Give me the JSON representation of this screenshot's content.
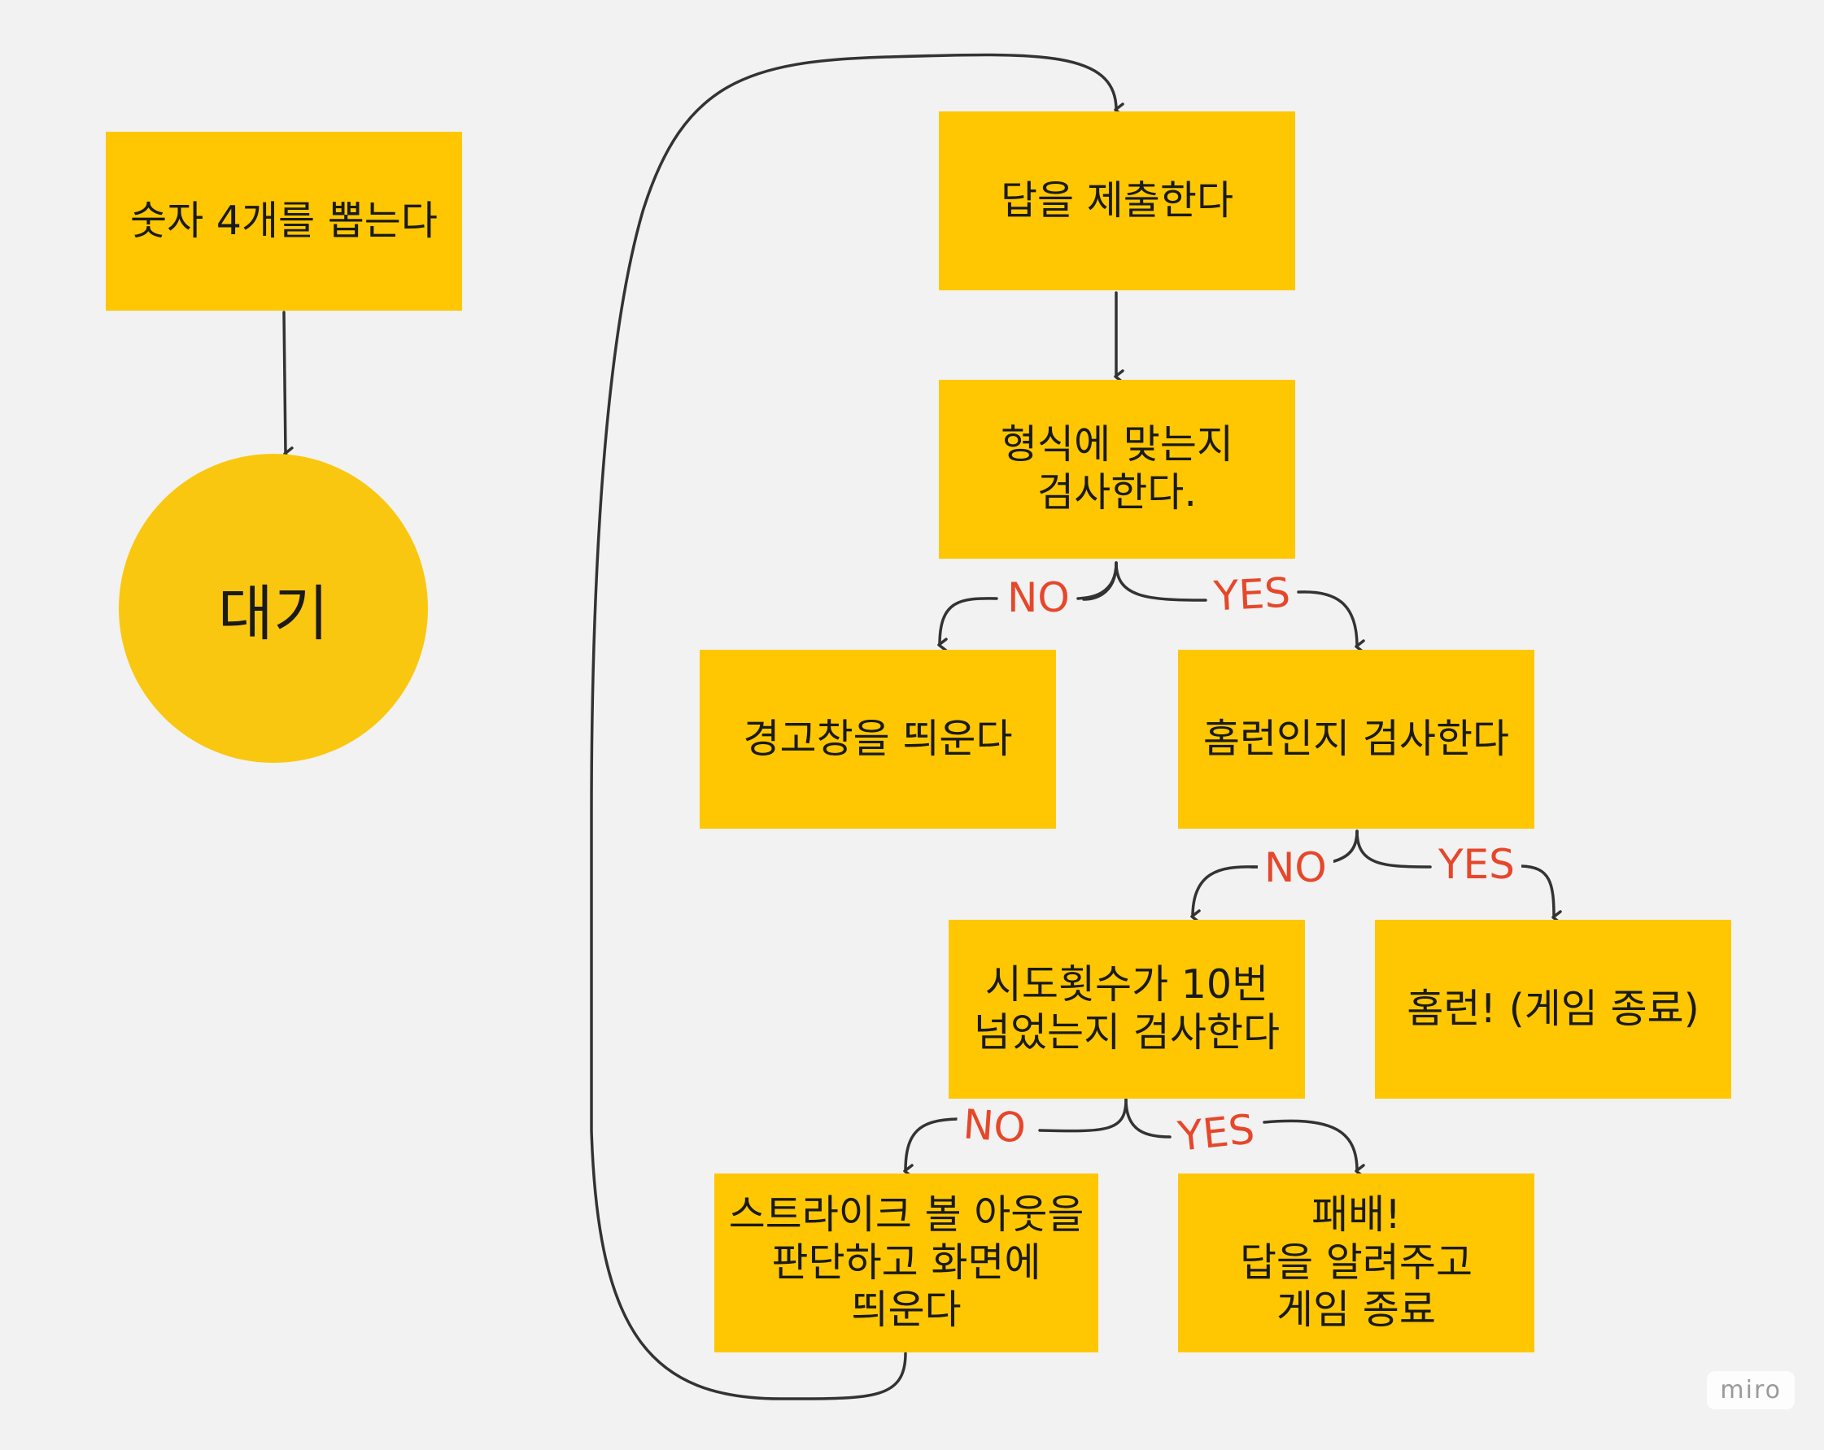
{
  "colors": {
    "background": "#f2f2f2",
    "sticky": "#ffc701",
    "circle": "#fac710",
    "text": "#1a1a1a",
    "label": "#e6472b",
    "line": "#333333"
  },
  "nodes": {
    "pick_numbers": "숫자 4개를 뽑는다",
    "wait": "대기",
    "submit_answer": "답을 제출한다",
    "check_format": "형식에 맞는지\n검사한다.",
    "show_alert": "경고창을 띄운다",
    "check_homerun": "홈런인지 검사한다",
    "check_attempts": "시도횟수가 10번\n넘었는지 검사한다",
    "homerun_end": "홈런! (게임 종료)",
    "show_strike_ball": "스트라이크 볼 아웃을\n판단하고 화면에\n띄운다",
    "defeat": "패배!\n답을 알려주고\n게임 종료"
  },
  "labels": {
    "format_no": "NO",
    "format_yes": "YES",
    "homerun_no": "NO",
    "homerun_yes": "YES",
    "attempts_no": "NO",
    "attempts_yes": "YES"
  },
  "watermark": "miro"
}
